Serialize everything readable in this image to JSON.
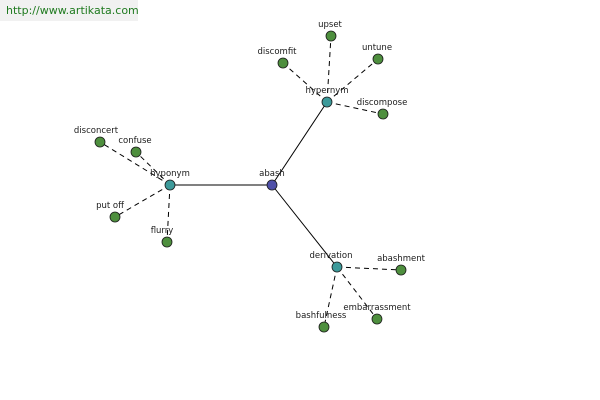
{
  "watermark": {
    "text": "http://www.artikata.com"
  },
  "colors": {
    "root": "#4e4fa8",
    "relation": "#3d9a9a",
    "leaf": "#4e8f3e"
  },
  "graph": {
    "root": {
      "label": "abash"
    },
    "relations": [
      {
        "id": "hypernym",
        "label": "hypernym",
        "leaves": [
          "upset",
          "discomfit",
          "untune",
          "discompose"
        ]
      },
      {
        "id": "hyponym",
        "label": "hyponym",
        "leaves": [
          "disconcert",
          "confuse",
          "put off",
          "flurry"
        ]
      },
      {
        "id": "derivation",
        "label": "derivation",
        "leaves": [
          "abashment",
          "embarrassment",
          "bashfulness"
        ]
      }
    ]
  }
}
